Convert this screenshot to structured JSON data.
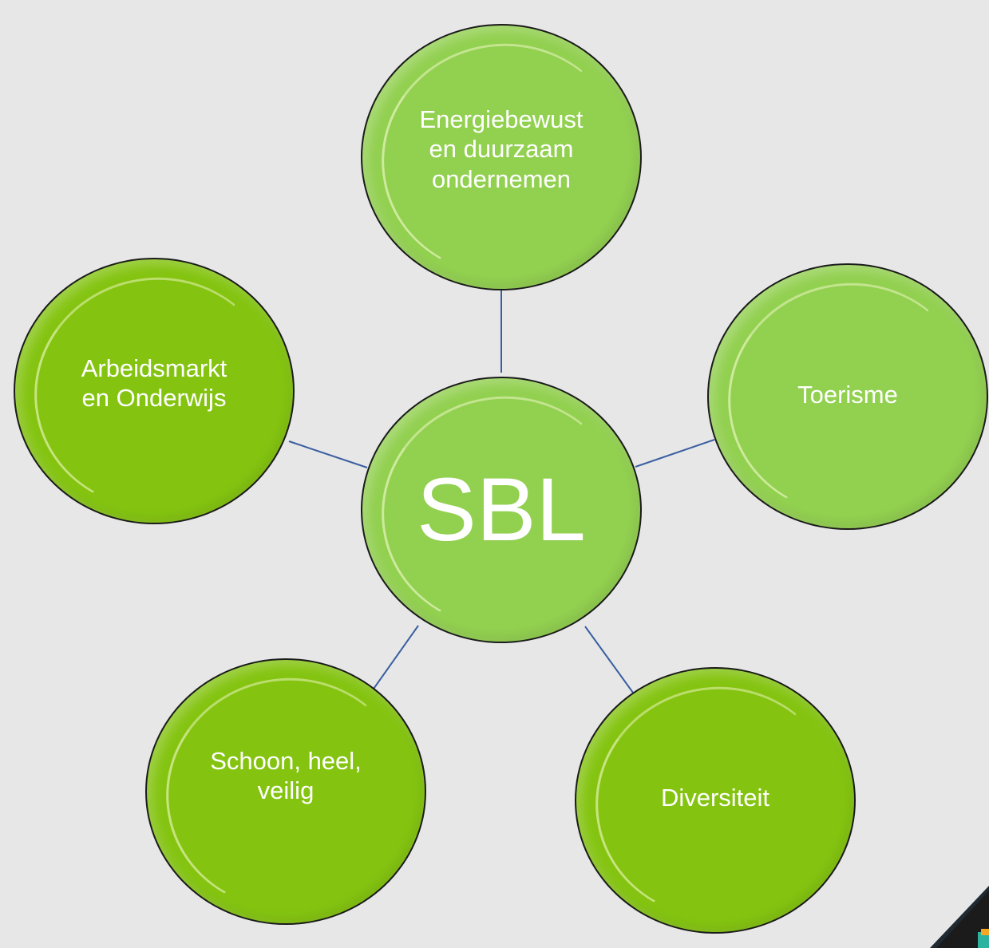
{
  "center": {
    "label": "SBL"
  },
  "nodes": {
    "top": {
      "label_lines": [
        "Energiebewust",
        "en duurzaam",
        "ondernemen"
      ]
    },
    "right": {
      "label_lines": [
        "Toerisme"
      ]
    },
    "left": {
      "label_lines": [
        "Arbeidsmarkt",
        "en Onderwijs"
      ]
    },
    "bottom_left": {
      "label_lines": [
        "Schoon, heel,",
        "veilig"
      ]
    },
    "bottom_right": {
      "label_lines": [
        "Diversiteit"
      ]
    }
  },
  "colors": {
    "background": "#e7e7e7",
    "node_light": "#92d050",
    "node_dark": "#84c411",
    "connector": "#3a5fa0",
    "text": "#ffffff"
  }
}
